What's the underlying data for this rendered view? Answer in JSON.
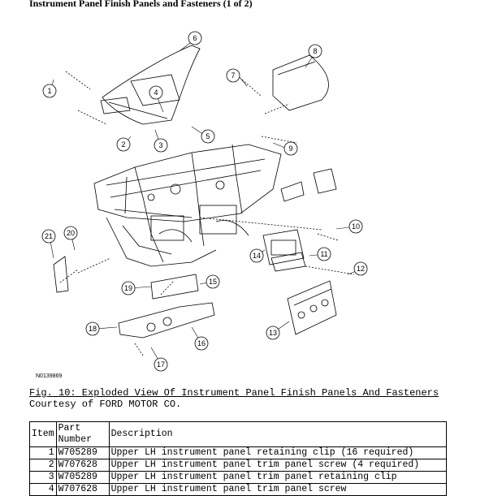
{
  "page_title": "Instrument Panel Finish Panels and Fasteners (1 of 2)",
  "figure": {
    "id_label": "N0139869",
    "callouts": [
      "1",
      "2",
      "3",
      "4",
      "5",
      "6",
      "7",
      "8",
      "9",
      "10",
      "11",
      "12",
      "13",
      "14",
      "15",
      "16",
      "17",
      "18",
      "19",
      "20",
      "21"
    ]
  },
  "caption": "Fig. 10: Exploded View Of Instrument Panel Finish Panels And Fasteners",
  "courtesy": "Courtesy of FORD MOTOR CO.",
  "table": {
    "headers": {
      "item": "Item",
      "part_line1": "Part",
      "part_line2": "Number",
      "description": "Description"
    },
    "rows": [
      {
        "item": "1",
        "part": "W705289",
        "description": "Upper LH instrument panel retaining clip (16 required)"
      },
      {
        "item": "2",
        "part": "W707628",
        "description": "Upper LH instrument panel trim panel screw (4 required)"
      },
      {
        "item": "3",
        "part": "W705289",
        "description": "Upper LH instrument panel trim panel retaining clip"
      },
      {
        "item": "4",
        "part": "W707628",
        "description": "Upper LH instrument panel trim panel screw"
      }
    ]
  }
}
